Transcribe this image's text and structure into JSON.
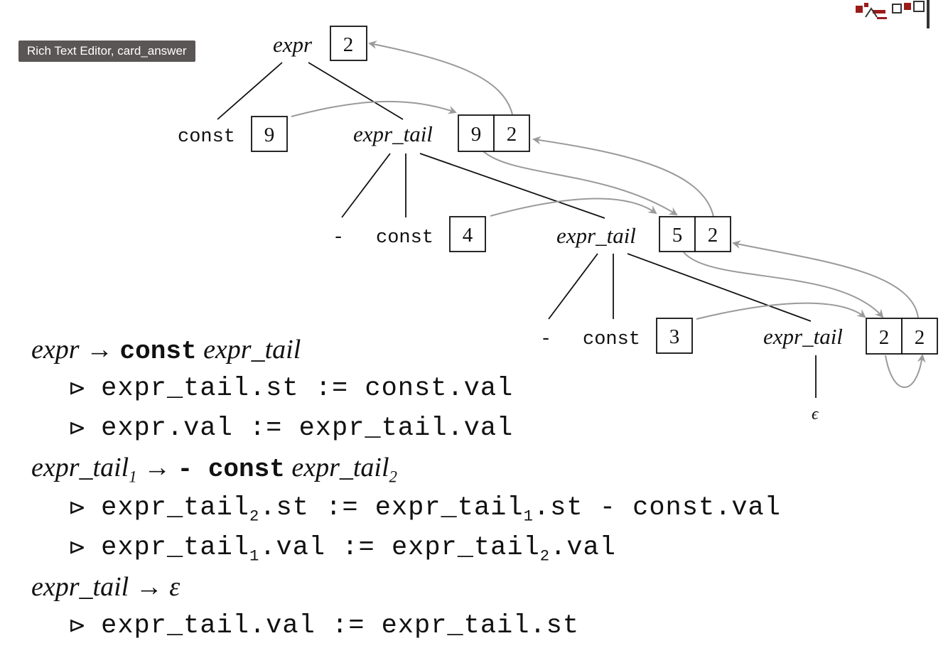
{
  "tooltip": {
    "text": "Rich Text Editor, card_answer"
  },
  "tree": {
    "root": {
      "label": "expr",
      "val": "2"
    },
    "const1": {
      "label": "const",
      "val": "9"
    },
    "tail1": {
      "label": "expr_tail",
      "st": "9",
      "val": "2"
    },
    "minus1": {
      "label": "-"
    },
    "const2": {
      "label": "const",
      "val": "4"
    },
    "tail2": {
      "label": "expr_tail",
      "st": "5",
      "val": "2"
    },
    "minus2": {
      "label": "-"
    },
    "const3": {
      "label": "const",
      "val": "3"
    },
    "tail3": {
      "label": "expr_tail",
      "st": "2",
      "val": "2"
    },
    "epsilon": {
      "label": "ϵ"
    }
  },
  "rules": [
    {
      "head": {
        "lhs": "expr",
        "arrow": "→",
        "kw": "const",
        "rhs": "expr_tail"
      },
      "actions": [
        {
          "a": "expr_tail.st := const.val"
        },
        {
          "a": "expr.val := expr_tail.val"
        }
      ]
    },
    {
      "head": {
        "lhs": "expr_tail",
        "lhs_sub": "1",
        "arrow": "→",
        "kw": "- const",
        "rhs": "expr_tail",
        "rhs_sub": "2"
      },
      "actions": [
        {
          "p1": "expr_tail",
          "s1": "2",
          "p2": ".st := expr_tail",
          "s2": "1",
          "p3": ".st - const.val"
        },
        {
          "p1": "expr_tail",
          "s1": "1",
          "p2": ".val := expr_tail",
          "s2": "2",
          "p3": ".val"
        }
      ]
    },
    {
      "head": {
        "lhs": "expr_tail",
        "arrow": "→",
        "rhs": "ε"
      },
      "actions": [
        {
          "a": "expr_tail.val := expr_tail.st"
        }
      ]
    }
  ],
  "colors": {
    "tree_line": "#111111",
    "arrow": "#9a9a9a",
    "tooltip_bg": "#5b5656",
    "decor": "#9b1b1b"
  }
}
